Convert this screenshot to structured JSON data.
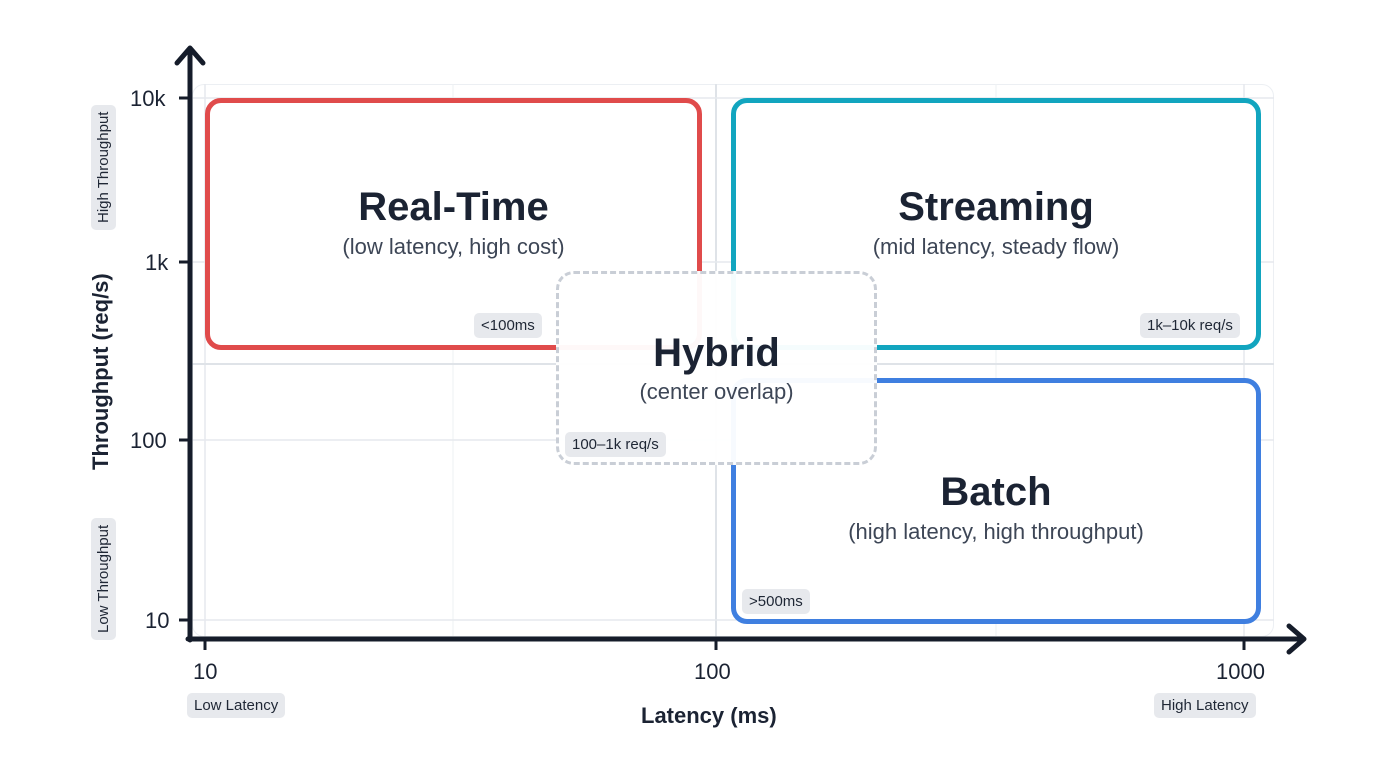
{
  "diagram": {
    "x_axis": {
      "title": "Latency (ms)",
      "ticks": [
        "10",
        "100",
        "1000"
      ],
      "low_label": "Low Latency",
      "high_label": "High Latency"
    },
    "y_axis": {
      "title": "Throughput (req/s)",
      "ticks": [
        "10k",
        "1k",
        "100",
        "10"
      ],
      "low_label": "Low Throughput",
      "high_label": "High Throughput"
    },
    "quadrants": {
      "realtime": {
        "title": "Real-Time",
        "subtitle": "(low latency, high cost)",
        "tag": "<100ms",
        "color": "#e04b4b"
      },
      "streaming": {
        "title": "Streaming",
        "subtitle": "(mid latency, steady flow)",
        "tag": "1k–10k req/s",
        "color": "#12a5bf"
      },
      "batch": {
        "title": "Batch",
        "subtitle": "(high latency, high throughput)",
        "tag": ">500ms",
        "color": "#3f7fe0"
      },
      "hybrid": {
        "title": "Hybrid",
        "subtitle": "(center overlap)",
        "tag": "100–1k req/s",
        "color": "#c9ced6"
      }
    },
    "colors": {
      "axis": "#151c2a",
      "grid": "#e6e9ee"
    }
  }
}
